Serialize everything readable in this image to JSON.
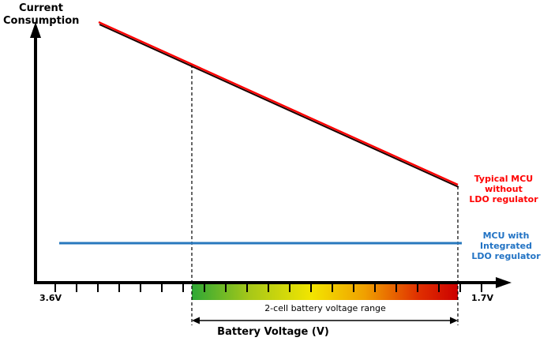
{
  "labels": {
    "y_axis": "Current\nConsumption",
    "x_axis": "Battery Voltage (V)",
    "x_left": "3.6V",
    "x_right": "1.7V",
    "range": "2-cell battery voltage range",
    "series_red": "Typical MCU\nwithout\nLDO regulator",
    "series_blue": "MCU with\nIntegrated\nLDO regulator"
  },
  "colors": {
    "axis": "#000000",
    "red_line": "#ff0000",
    "red_line_shadow": "#1a0000",
    "blue_line": "#2878be",
    "red_label": "#ff0000",
    "blue_label": "#2273c4",
    "gradient": [
      "#2ea836",
      "#a8c818",
      "#f2e500",
      "#f0a000",
      "#e03000",
      "#cc0000"
    ]
  },
  "chart_data": {
    "type": "line",
    "title": "",
    "xlabel": "Battery Voltage (V)",
    "ylabel": "Current Consumption",
    "x_axis": {
      "tick_labels": [
        "3.6V",
        "1.7V"
      ],
      "orientation": "voltage decreases from left (3.6V) to right (1.7V)",
      "minor_ticks": "unlabeled evenly spaced tick marks along full axis"
    },
    "y_axis": {
      "scale": "relative current consumption (no numeric ticks shown)",
      "range": [
        0,
        1
      ]
    },
    "minor_tick_count": 21,
    "series": [
      {
        "name": "Typical MCU without LDO regulator",
        "color": "#ff0000",
        "x": [
          3.6,
          1.7
        ],
        "y_relative": [
          1.0,
          0.37
        ],
        "shape": "straight line sloping down left-to-right: current is highest at 3.6V and falls linearly as battery voltage drops to 1.7V"
      },
      {
        "name": "MCU with Integrated LDO regulator",
        "color": "#2878be",
        "x": [
          3.6,
          1.7
        ],
        "y_relative": [
          0.15,
          0.15
        ],
        "shape": "flat horizontal line: constant low current across entire voltage range"
      }
    ],
    "annotations": [
      {
        "text": "2-cell battery voltage range",
        "type": "x-range band",
        "style": "green-to-red horizontal gradient bar under the x-axis, bounded by two vertical dashed lines and marked below with a double-headed arrow",
        "x_range_fraction_of_axis": [
          0.34,
          0.91
        ]
      }
    ],
    "grid": false,
    "legend": "series labels placed as colored text at right edge, aligned with each line's end"
  }
}
